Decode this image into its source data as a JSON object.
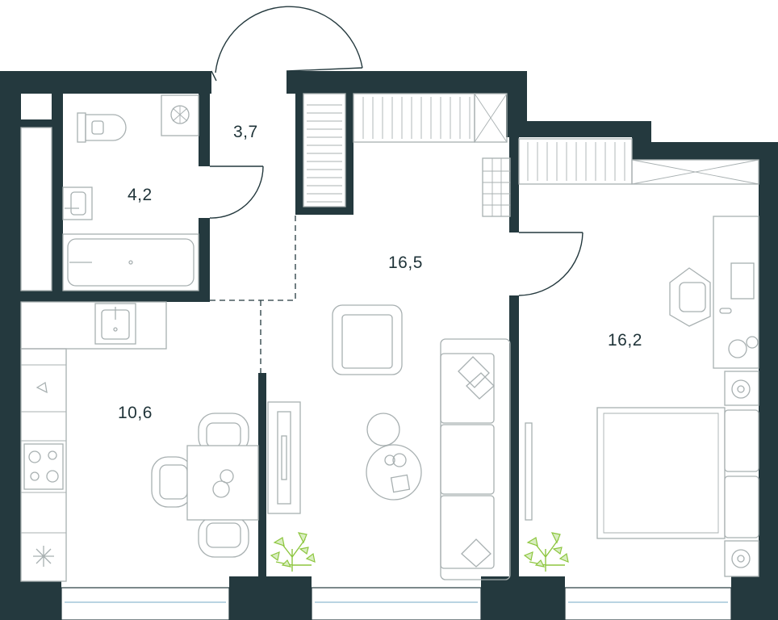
{
  "plan": {
    "rooms": [
      {
        "id": "bathroom",
        "area": "4,2"
      },
      {
        "id": "hallway",
        "area": "3,7"
      },
      {
        "id": "living-room",
        "area": "16,5"
      },
      {
        "id": "kitchen",
        "area": "10,6"
      },
      {
        "id": "bedroom",
        "area": "16,2"
      }
    ]
  },
  "colors": {
    "wall": "#24393e",
    "fixture": "#a8b0b1",
    "window": "#b9d4e2",
    "plant": "#8dc63f",
    "plant_fill": "#d9eec0",
    "background": "#ffffff"
  },
  "icons": [
    "toilet-icon",
    "washing-machine-icon",
    "sink-icon",
    "bathtub-icon",
    "stove-icon",
    "fridge-icon",
    "armchair-icon",
    "sofa-icon",
    "tv-icon",
    "coffee-table-icon",
    "dining-table-icon",
    "chair-icon",
    "bed-icon",
    "desk-icon",
    "plant-icon",
    "wardrobe-icon",
    "door-icon",
    "window-icon"
  ]
}
